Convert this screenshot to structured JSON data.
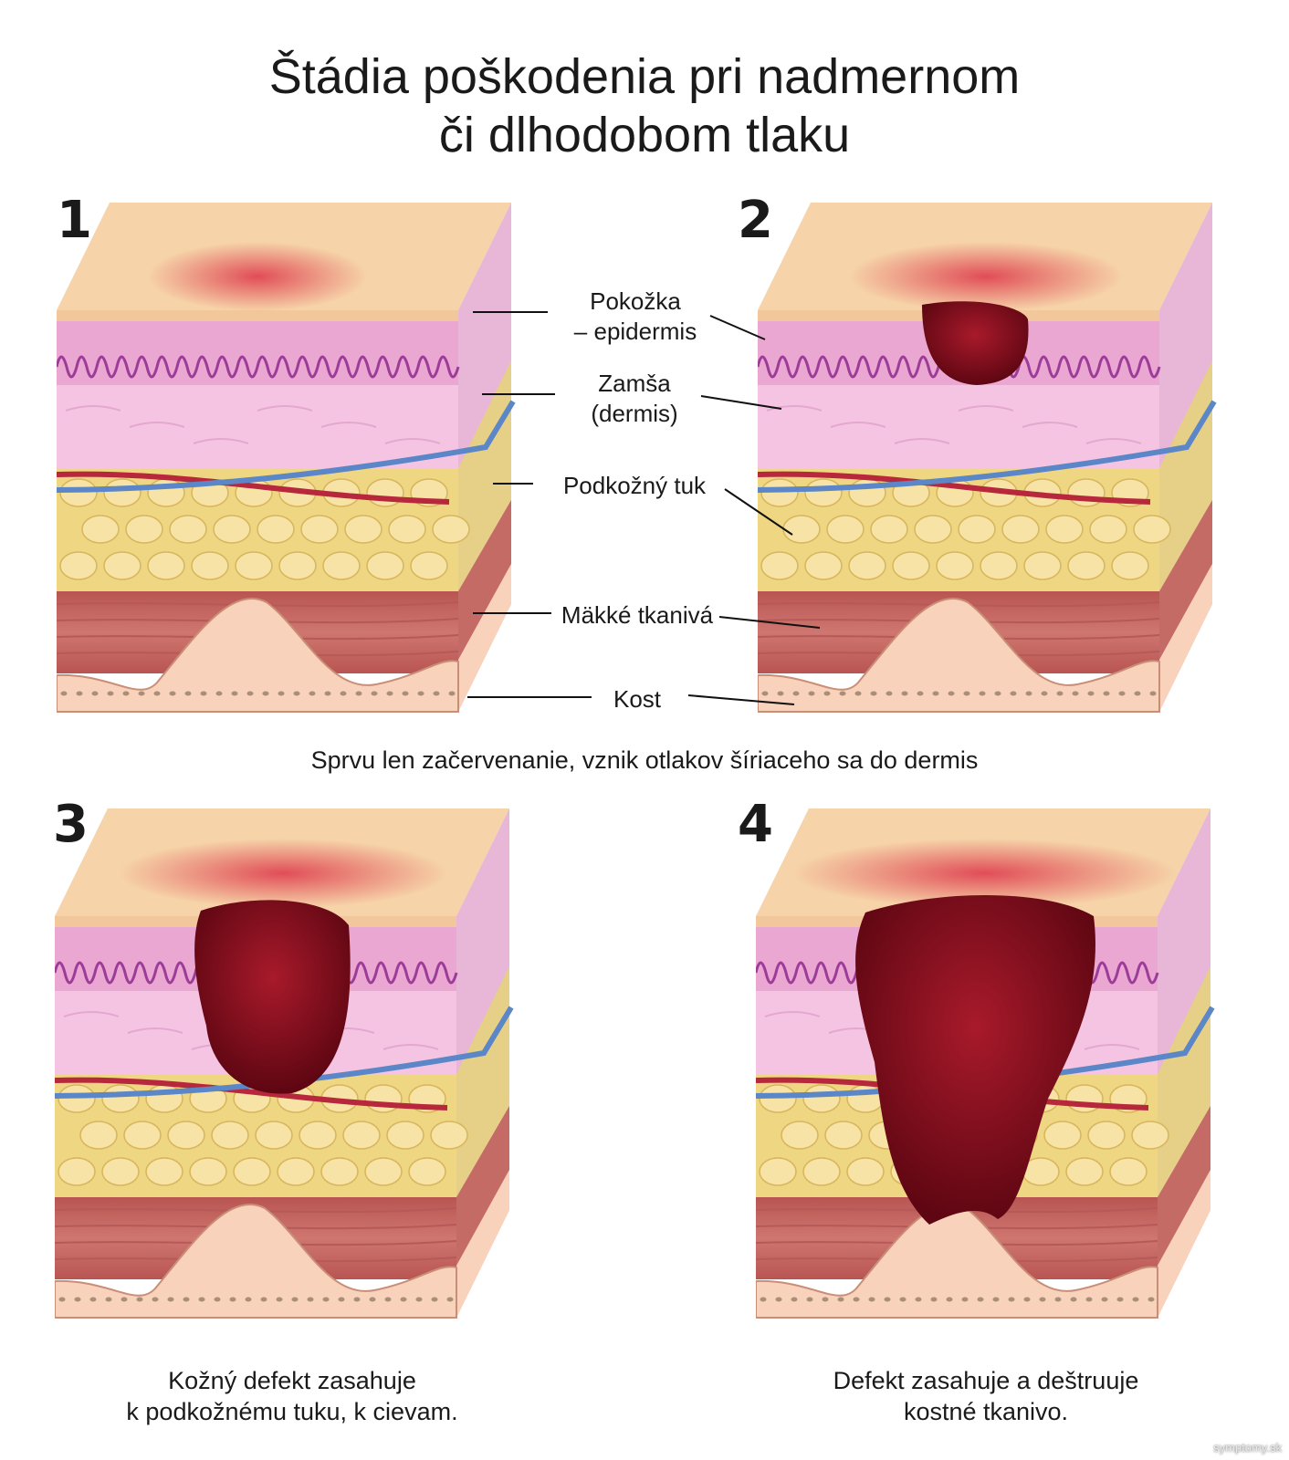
{
  "title": {
    "line1": "Štádia poškodenia pri nadmernom",
    "line2": "či dlhodobom tlaku"
  },
  "stages": [
    {
      "number": "1",
      "severity": 1
    },
    {
      "number": "2",
      "severity": 2
    },
    {
      "number": "3",
      "severity": 3
    },
    {
      "number": "4",
      "severity": 4
    }
  ],
  "labels": {
    "epidermis_1": "Pokožka",
    "epidermis_2": "– epidermis",
    "dermis_1": "Zamša",
    "dermis_2": "(dermis)",
    "fat": "Podkožný tuk",
    "soft": "Mäkké tkanivá",
    "bone": "Kost"
  },
  "captions": {
    "top": "Sprvu len začervenanie, vznik otlakov šíriaceho sa do dermis",
    "stage3_1": "Kožný defekt zasahuje",
    "stage3_2": "k podkožnému tuku, k cievam.",
    "stage4_1": "Defekt zasahuje a deštruuje",
    "stage4_2": "kostné tkanivo."
  },
  "watermark": "symptomy.sk",
  "colors": {
    "skin_top": "#f6d3a8",
    "epidermis": "#e9a7d2",
    "dermis": "#f6c4e3",
    "fat": "#efd683",
    "muscle": "#cf7670",
    "bone": "#f8d2bb",
    "wound": "#8a0e1e",
    "redness": "#de3e4e"
  }
}
